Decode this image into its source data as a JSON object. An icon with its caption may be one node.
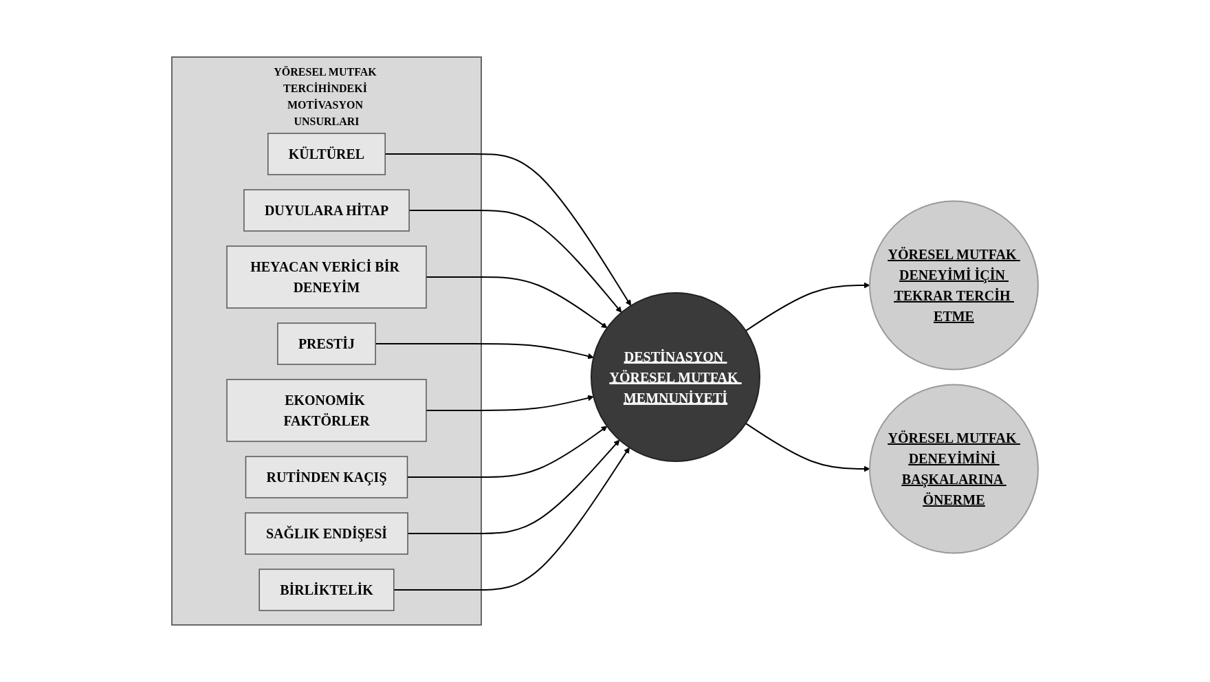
{
  "diagram": {
    "nodes": [
      {
        "text": [
          "YÖRESEL MUTFAK TERCİHİNDEKİ MOTİVASYON UNSURLARI"
        ]
      },
      {
        "text": [
          "KÜLTÜREL"
        ],
        "in": 0
      },
      {
        "text": [
          "DUYULARA HİTAP"
        ],
        "in": 0
      },
      {
        "text": [
          "HEYACAN VERİCİ BİR DENEYİM"
        ],
        "in": 0
      },
      {
        "text": [
          "PRESTİJ"
        ],
        "in": 0
      },
      {
        "text": [
          "EKONOMİK FAKTÖRLER"
        ],
        "in": 0
      },
      {
        "text": [
          "RUTİNDEN KAÇIŞ"
        ],
        "in": 0
      },
      {
        "text": [
          "SAĞLIK ENDİŞESİ"
        ],
        "in": 0
      },
      {
        "text": [
          "BİRLİKTELİK"
        ],
        "in": 0
      },
      {
        "text": [
          "DESTİNASYON YÖRESEL MUTFAK MEMNUNİYETİ"
        ]
      },
      {
        "text": [
          "YÖRESEL MUTFAK DENEYİMİ İÇİN TEKRAR TERCİH ETME"
        ]
      },
      {
        "text": [
          "YÖRESEL MUTFAK DENEYİMİNİ BAŞKALARINA ÖNERME"
        ]
      }
    ],
    "edges": [
      {
        "from": 1,
        "to": 9,
        "arrow": "to"
      },
      {
        "from": 2,
        "to": 9,
        "arrow": "to"
      },
      {
        "from": 3,
        "to": 9,
        "arrow": "to"
      },
      {
        "from": 4,
        "to": 9,
        "arrow": "to"
      },
      {
        "from": 5,
        "to": 9,
        "arrow": "to"
      },
      {
        "from": 6,
        "to": 9,
        "arrow": "to"
      },
      {
        "from": 7,
        "to": 9,
        "arrow": "to"
      },
      {
        "from": 8,
        "to": 9,
        "arrow": "to"
      },
      {
        "from": 9,
        "to": 10,
        "arrow": "to"
      },
      {
        "from": 9,
        "to": 11,
        "arrow": "to"
      }
    ]
  }
}
